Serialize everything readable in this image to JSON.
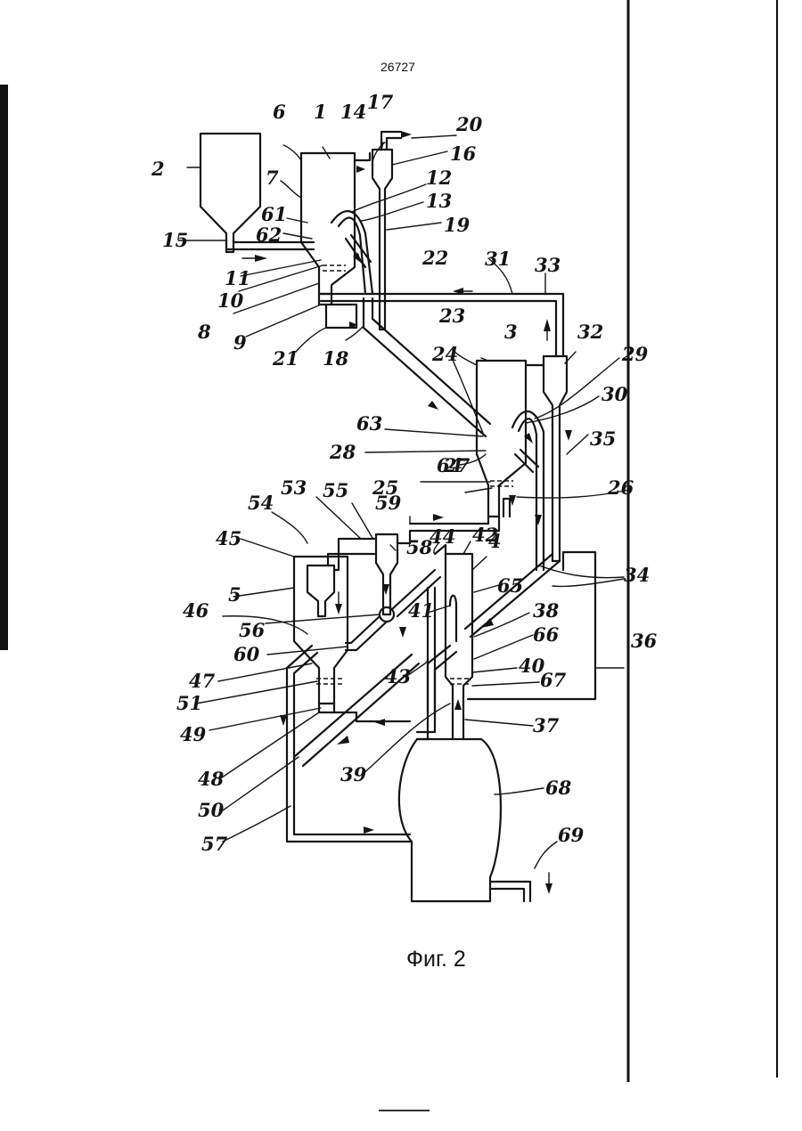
{
  "document": {
    "page_number": "26727",
    "caption": "Фиг. 2"
  },
  "labels": [
    "1",
    "2",
    "3",
    "4",
    "5",
    "6",
    "7",
    "8",
    "9",
    "10",
    "11",
    "12",
    "13",
    "14",
    "15",
    "16",
    "17",
    "18",
    "19",
    "20",
    "21",
    "22",
    "23",
    "24",
    "25",
    "26",
    "27",
    "28",
    "29",
    "30",
    "31",
    "32",
    "33",
    "34",
    "35",
    "36",
    "37",
    "38",
    "39",
    "40",
    "41",
    "42",
    "43",
    "44",
    "45",
    "46",
    "47",
    "48",
    "49",
    "50",
    "51",
    "53",
    "54",
    "55",
    "56",
    "57",
    "58",
    "59",
    "60",
    "61",
    "62",
    "63",
    "64",
    "65",
    "66",
    "67",
    "68",
    "69"
  ]
}
